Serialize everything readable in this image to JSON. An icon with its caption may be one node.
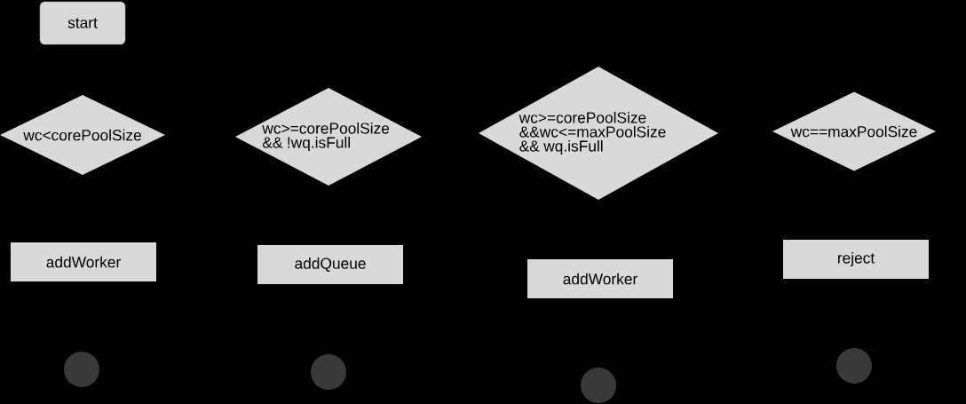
{
  "diagram": {
    "nodes": [
      {
        "text": [
          "start"
        ]
      },
      {
        "text": [
          "wc<corePoolSize"
        ]
      },
      {
        "text": [
          "wc>=corePoolSize && !wq.isFull"
        ]
      },
      {
        "text": [
          "wc>=corePoolSize &&wc<=maxPoolSize && wq.isFull"
        ]
      },
      {
        "text": [
          "wc==maxPoolSize"
        ]
      },
      {
        "text": [
          "addWorker"
        ]
      },
      {
        "text": [
          "addQueue"
        ]
      },
      {
        "text": [
          "addWorker"
        ]
      },
      {
        "text": [
          "reject"
        ]
      },
      {
        "text": [],
        "shape": "circle"
      },
      {
        "text": [],
        "shape": "circle"
      },
      {
        "text": [],
        "shape": "circle"
      },
      {
        "text": [],
        "shape": "circle"
      }
    ]
  }
}
